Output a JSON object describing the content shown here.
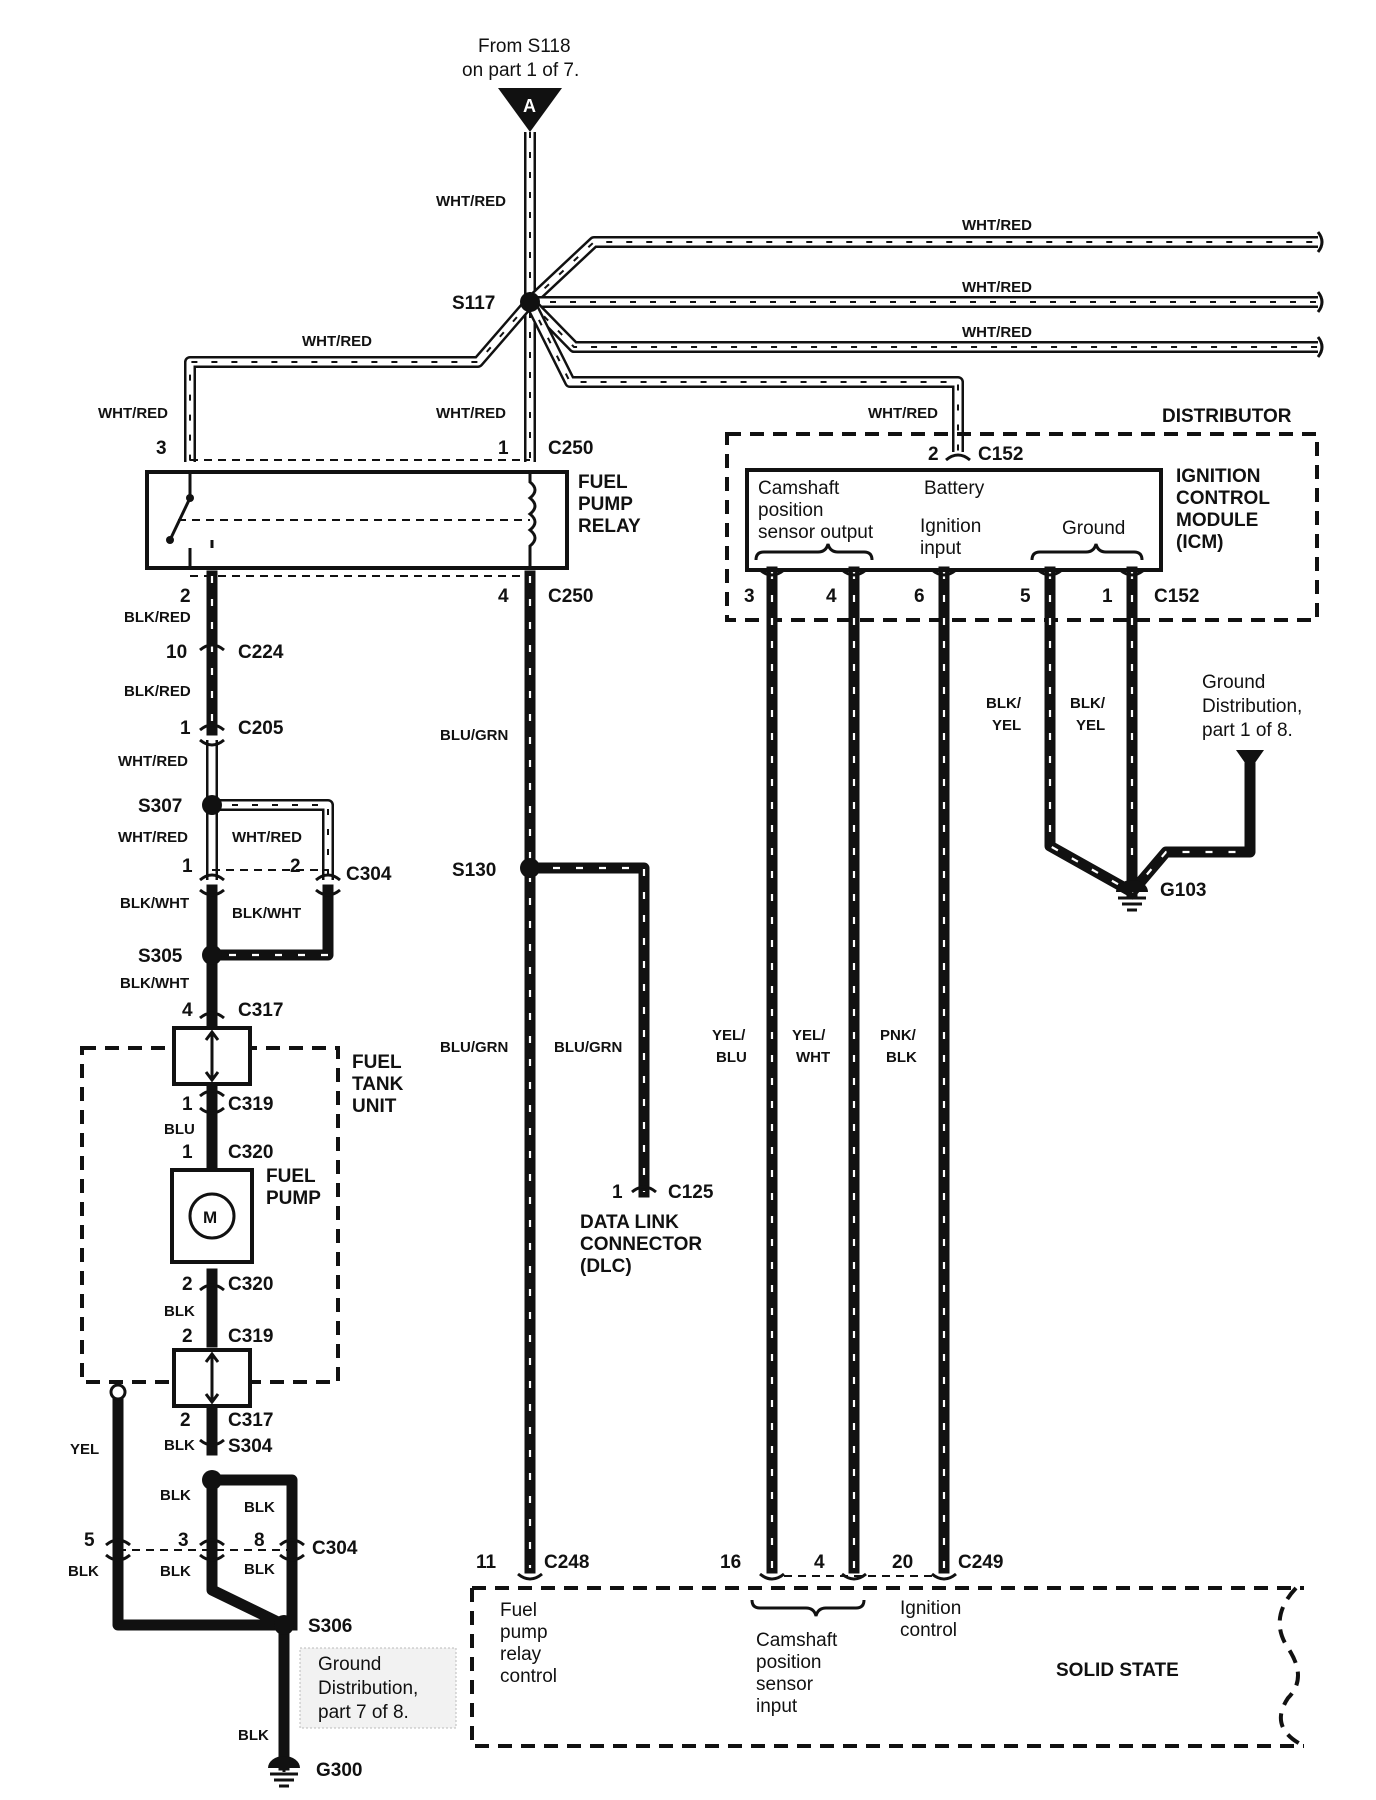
{
  "connector_a": {
    "from_line1": "From S118",
    "from_line2": "on part 1 of 7.",
    "letter": "A"
  },
  "wire_colors": {
    "wht_red": "WHT/RED",
    "blk_red": "BLK/RED",
    "blk_wht": "BLK/WHT",
    "blu": "BLU",
    "blk": "BLK",
    "yel": "YEL",
    "blu_grn": "BLU/GRN",
    "yel_blu_1": "YEL/",
    "yel_blu_2": "BLU",
    "yel_wht_1": "YEL/",
    "yel_wht_2": "WHT",
    "pnk_blk_1": "PNK/",
    "pnk_blk_2": "BLK",
    "blk_yel_1": "BLK/",
    "blk_yel_2": "YEL"
  },
  "splices": {
    "s117": "S117",
    "s307": "S307",
    "s305": "S305",
    "s130": "S130",
    "s304": "S304",
    "s306": "S306"
  },
  "connectors": {
    "c250": "C250",
    "c224": "C224",
    "c205": "C205",
    "c304": "C304",
    "c317": "C317",
    "c319": "C319",
    "c320": "C320",
    "c125": "C125",
    "c152": "C152",
    "c248": "C248",
    "c249": "C249"
  },
  "grounds": {
    "g103": "G103",
    "g300": "G300"
  },
  "pins": {
    "p1": "1",
    "p2": "2",
    "p3": "3",
    "p4": "4",
    "p5": "5",
    "p6": "6",
    "p8": "8",
    "p10": "10",
    "p11": "11",
    "p16": "16",
    "p20": "20"
  },
  "components": {
    "fuel_pump_relay": [
      "FUEL",
      "PUMP",
      "RELAY"
    ],
    "fuel_tank_unit": [
      "FUEL",
      "TANK",
      "UNIT"
    ],
    "fuel_pump": [
      "FUEL",
      "PUMP"
    ],
    "motor": "M",
    "dlc": [
      "DATA LINK",
      "CONNECTOR",
      "(DLC)"
    ],
    "distributor": "DISTRIBUTOR",
    "icm": [
      "IGNITION",
      "CONTROL",
      "MODULE",
      "(ICM)"
    ],
    "solid_state": "SOLID STATE"
  },
  "icm_terminals": {
    "camshaft": [
      "Camshaft",
      "position",
      "sensor output"
    ],
    "battery": "Battery",
    "ignition": [
      "Ignition",
      "input"
    ],
    "ground": "Ground"
  },
  "solid_state_terminals": {
    "fuel_pump_relay_control": [
      "Fuel",
      "pump",
      "relay",
      "control"
    ],
    "camshaft_input": [
      "Camshaft",
      "position",
      "sensor",
      "input"
    ],
    "ignition_control": [
      "Ignition",
      "control"
    ]
  },
  "ground_notes": {
    "g103_note": [
      "Ground",
      "Distribution,",
      "part 1 of 8."
    ],
    "g300_note": [
      "Ground",
      "Distribution,",
      "part 7 of 8."
    ]
  }
}
